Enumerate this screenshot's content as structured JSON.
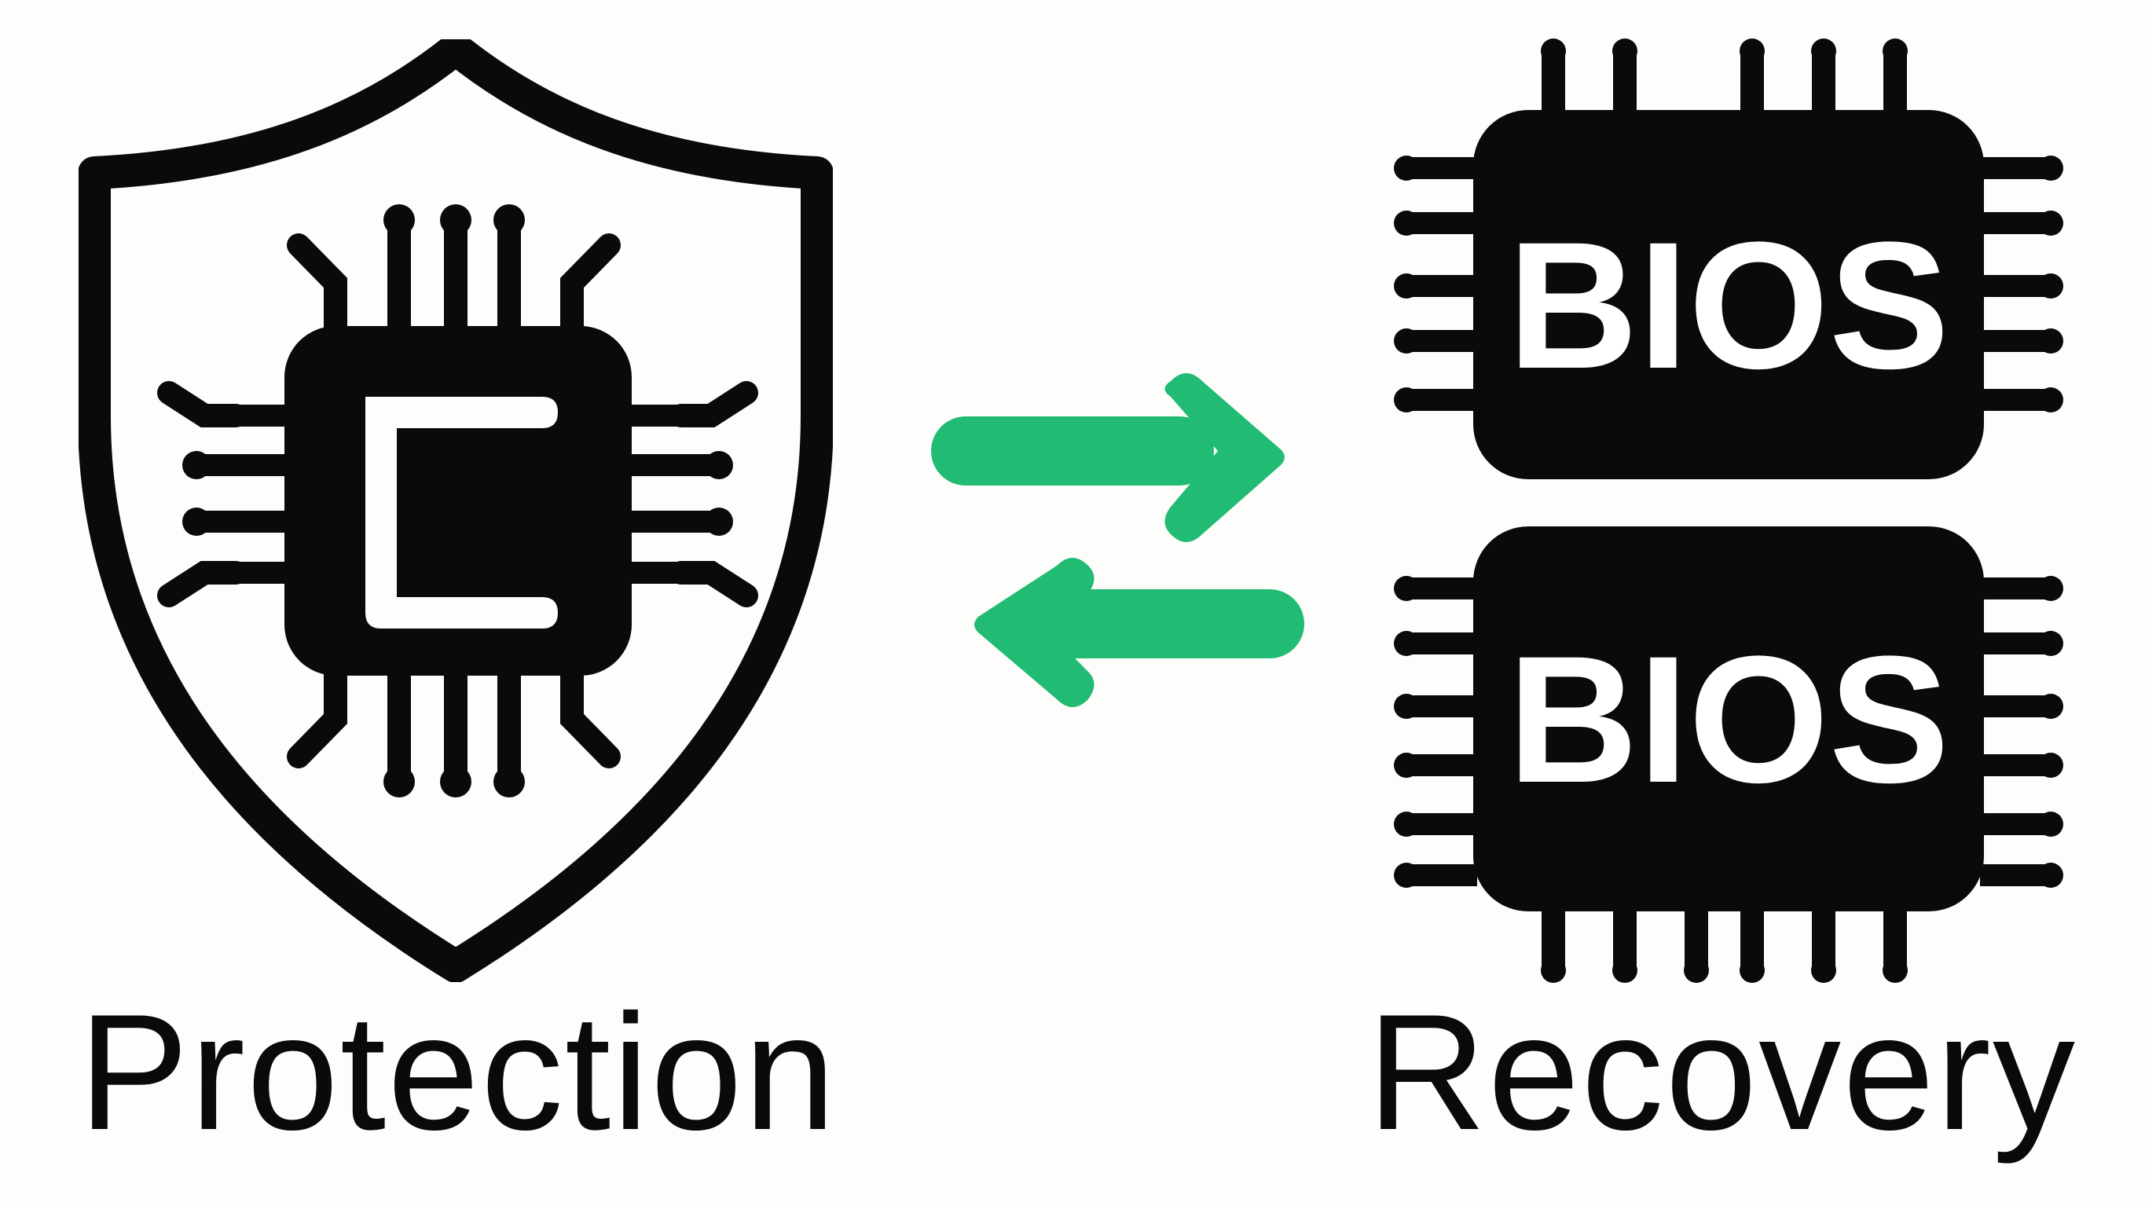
{
  "diagram": {
    "left": {
      "icon": "shield-chip-icon",
      "caption": "Protection"
    },
    "center": {
      "icon": "bidirectional-arrows-icon",
      "color": "#22bb73"
    },
    "right": {
      "chips": [
        {
          "icon": "bios-chip-icon",
          "label": "BIOS"
        },
        {
          "icon": "bios-chip-icon",
          "label": "BIOS"
        }
      ],
      "caption": "Recovery"
    },
    "colors": {
      "foreground": "#0a0a0a",
      "background": "#fdfdfc",
      "accent": "#22bb73"
    }
  }
}
